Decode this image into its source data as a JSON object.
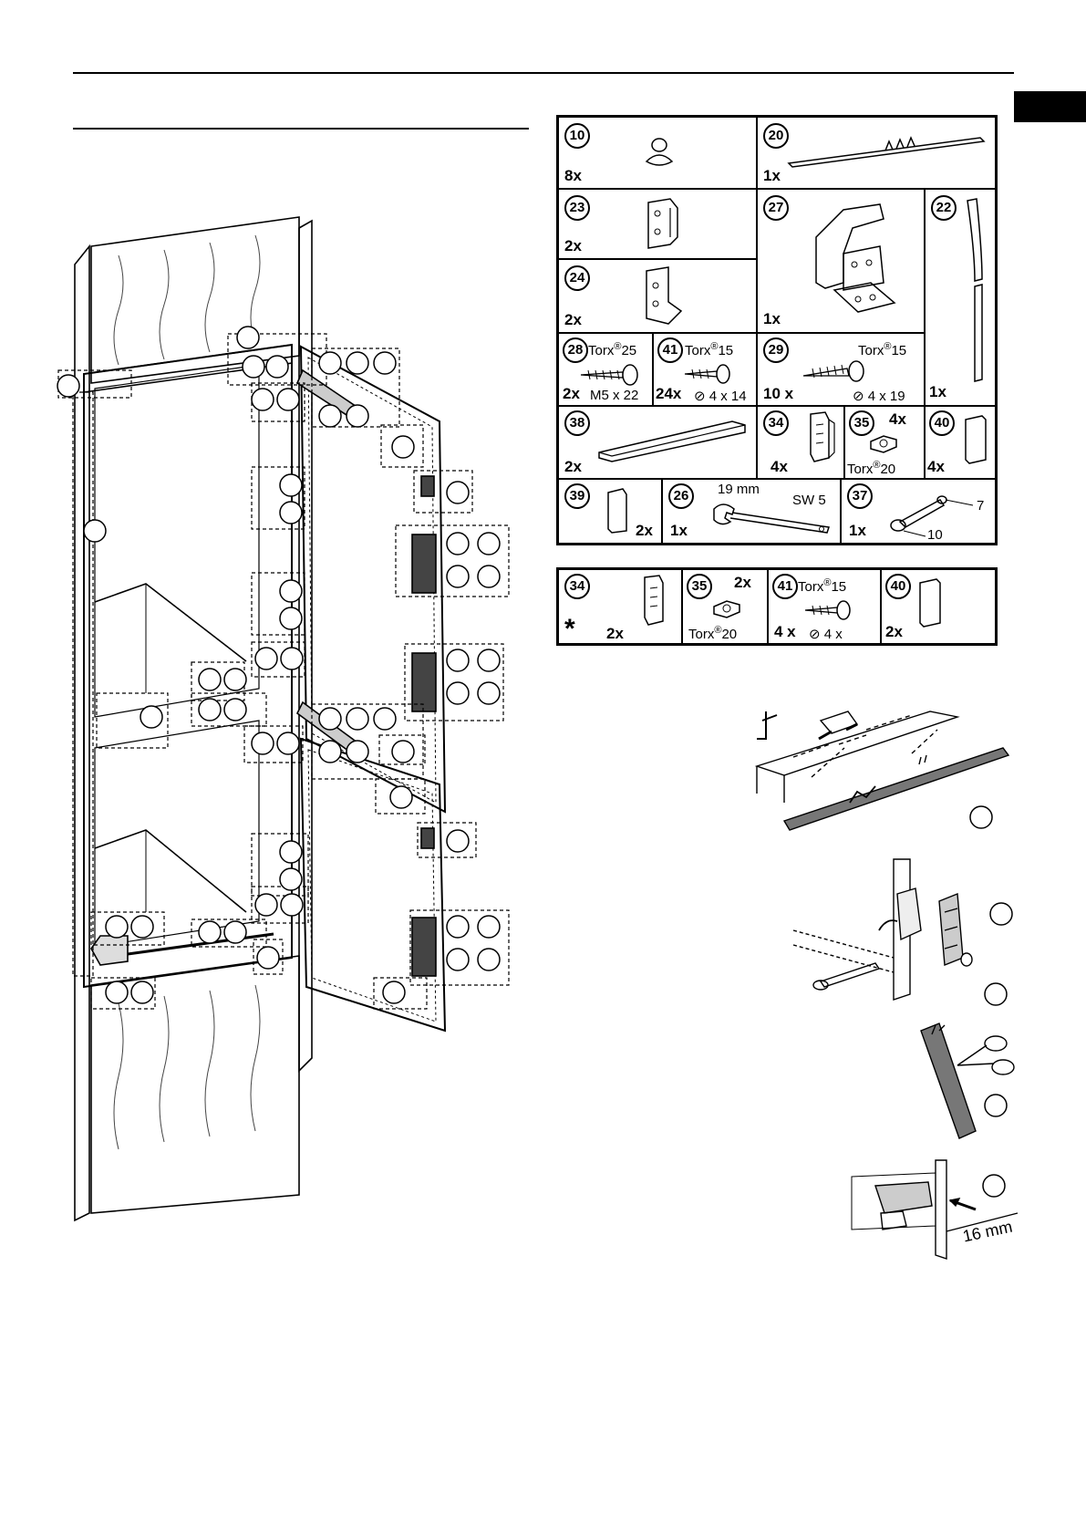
{
  "parts": [
    {
      "num": "10",
      "qty": "8x"
    },
    {
      "num": "20",
      "qty": "1x"
    },
    {
      "num": "23",
      "qty": "2x"
    },
    {
      "num": "27",
      "qty": "1x"
    },
    {
      "num": "22",
      "qty": "1x"
    },
    {
      "num": "24",
      "qty": "2x"
    },
    {
      "num": "28",
      "qty": "2x",
      "torx": "Torx",
      "torx_size": "25",
      "spec": "M5 x 22"
    },
    {
      "num": "41",
      "qty": "24x",
      "torx": "Torx",
      "torx_size": "15",
      "spec": "4 x 14"
    },
    {
      "num": "29",
      "qty": "10 x",
      "torx": "Torx",
      "torx_size": "15",
      "spec": "4 x 19"
    },
    {
      "num": "38",
      "qty": "2x"
    },
    {
      "num": "34",
      "qty": "4x"
    },
    {
      "num": "35",
      "qty": "4x",
      "torx": "Torx",
      "torx_size": "20"
    },
    {
      "num": "40",
      "qty": "4x"
    },
    {
      "num": "39",
      "qty": "2x"
    },
    {
      "num": "26",
      "qty": "1x",
      "wrench_size": "19 mm",
      "hex_size": "SW 5"
    },
    {
      "num": "37",
      "qty": "1x",
      "label_a": "7",
      "label_b": "10"
    }
  ],
  "extra_parts": {
    "star": "*",
    "items": [
      {
        "num": "34",
        "qty": "2x"
      },
      {
        "num": "35",
        "qty": "2x",
        "torx": "Torx",
        "torx_size": "20"
      },
      {
        "num": "41",
        "qty": "4 x",
        "torx": "Torx",
        "torx_size": "15",
        "spec": "4 x"
      },
      {
        "num": "40",
        "qty": "2x"
      }
    ]
  },
  "registered": "®",
  "dimension": "16 mm"
}
